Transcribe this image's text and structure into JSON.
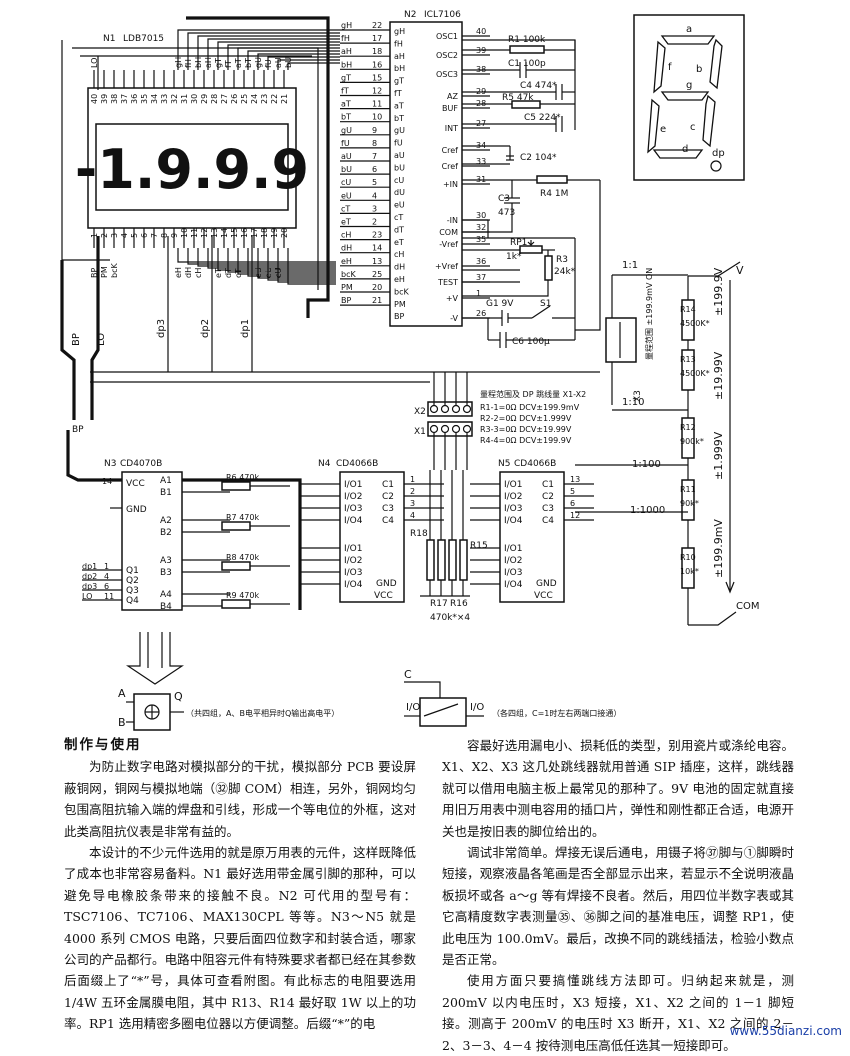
{
  "n1": {
    "ref": "N1",
    "part": "LDB7015",
    "display": "-1.9.9.9",
    "top_pins": [
      "40",
      "39",
      "38",
      "37",
      "36",
      "35",
      "34",
      "33",
      "32",
      "31",
      "30",
      "29",
      "28",
      "27",
      "26",
      "25",
      "24",
      "23",
      "22",
      "21"
    ],
    "bottom_pins": [
      "1",
      "2",
      "3",
      "4",
      "5",
      "6",
      "7",
      "8",
      "9",
      "10",
      "11",
      "12",
      "13",
      "14",
      "15",
      "16",
      "17",
      "18",
      "19",
      "20"
    ],
    "top_labels": [
      "LO",
      "gH",
      "fH",
      "bH",
      "aH",
      "gT",
      "fT",
      "aT",
      "bT",
      "gU",
      "fU",
      "aU",
      "bU"
    ],
    "bottom_labels": [
      "BP",
      "PM",
      "bcK",
      "eH",
      "dH",
      "cH",
      "eT",
      "dT",
      "cT",
      "eU",
      "dU",
      "cU"
    ]
  },
  "n2": {
    "ref": "N2",
    "part": "ICL7106",
    "left_pins": [
      {
        "l": "gH",
        "n": "22"
      },
      {
        "l": "fH",
        "n": "17"
      },
      {
        "l": "aH",
        "n": "18"
      },
      {
        "l": "bH",
        "n": "16"
      },
      {
        "l": "gT",
        "n": "15"
      },
      {
        "l": "fT",
        "n": "12"
      },
      {
        "l": "aT",
        "n": "11"
      },
      {
        "l": "bT",
        "n": "10"
      },
      {
        "l": "gU",
        "n": "9"
      },
      {
        "l": "fU",
        "n": "8"
      },
      {
        "l": "aU",
        "n": "7"
      },
      {
        "l": "bU",
        "n": "6"
      },
      {
        "l": "cU",
        "n": "5"
      },
      {
        "l": "eU",
        "n": "4"
      },
      {
        "l": "cT",
        "n": "3"
      },
      {
        "l": "eT",
        "n": "2"
      },
      {
        "l": "cH",
        "n": "23"
      },
      {
        "l": "dH",
        "n": "14"
      },
      {
        "l": "eH",
        "n": "13"
      },
      {
        "l": "bcK",
        "n": "25"
      },
      {
        "l": "PM",
        "n": "20"
      },
      {
        "l": "BP",
        "n": "21"
      }
    ],
    "inner_left": [
      "gH",
      "fH",
      "aH",
      "bH",
      "gT",
      "fT",
      "aT",
      "bT",
      "gU",
      "fU",
      "aU",
      "bU",
      "cU",
      "dU",
      "eU",
      "cT",
      "dT",
      "eT",
      "cH",
      "dH",
      "eH",
      "bcK",
      "PM",
      "BP"
    ],
    "right_pins": [
      {
        "l": "OSC1",
        "n": "40"
      },
      {
        "l": "OSC2",
        "n": "39"
      },
      {
        "l": "OSC3",
        "n": "38"
      },
      {
        "l": "AZ",
        "n": "29"
      },
      {
        "l": "BUF",
        "n": "28"
      },
      {
        "l": "INT",
        "n": "27"
      },
      {
        "l": "Cref",
        "n": "34"
      },
      {
        "l": "Cref",
        "n": "33"
      },
      {
        "l": "+IN",
        "n": "31"
      },
      {
        "l": "-IN",
        "n": "30"
      },
      {
        "l": "COM",
        "n": "32"
      },
      {
        "l": "-Vref",
        "n": "35"
      },
      {
        "l": "+Vref",
        "n": "36"
      },
      {
        "l": "TEST",
        "n": "37"
      },
      {
        "l": "+V",
        "n": "1"
      },
      {
        "l": "-V",
        "n": "26"
      }
    ]
  },
  "components": {
    "r1": "R1 100k",
    "c1": "C1 100p",
    "c4": "C4 474*",
    "r5": "R5 47k",
    "c5": "C5 224*",
    "c2": "C2 104*",
    "r4": "R4 1M",
    "c3": "C3",
    "c3v": "473",
    "rp1": "RP1",
    "rp1v": "1k*",
    "r3": "R3",
    "r3v": "24k*",
    "g1": "G1 9V",
    "s1": "S1",
    "c6": "C6 100μ"
  },
  "seg": {
    "labels": [
      "a",
      "b",
      "c",
      "d",
      "e",
      "f",
      "g",
      "dp"
    ]
  },
  "divider": {
    "ratios": [
      "1:1",
      "1:10",
      "1:100",
      "1:1000"
    ],
    "resistors": [
      "R14",
      "4500K*",
      "R13",
      "4500K*",
      "R12",
      "900k*",
      "R11",
      "90k*",
      "R10",
      "10k*"
    ],
    "v_label": "V",
    "com_label": "COM",
    "ranges": [
      "±199.9mV",
      "±1.999V",
      "±19.99V",
      "±199.9V"
    ],
    "x3_label": "X3",
    "x3_note": "量程范围 ±199.9mV ON"
  },
  "jumper": {
    "x1": "X1",
    "x2": "X2",
    "title": "量程范围及 DP 跳线量 X1-X2",
    "lines": [
      "R1-1=0Ω DCV±199.9mV",
      "R2-2=0Ω DCV±1.999V",
      "R3-3=0Ω DCV±19.99V",
      "R4-4=0Ω DCV±199.9V"
    ]
  },
  "n3": {
    "ref": "N3",
    "part": "CD4070B",
    "pins_l": [
      "VCC",
      "GND"
    ],
    "ios": [
      "A1",
      "B1",
      "A2",
      "B2",
      "A3",
      "B3",
      "A4",
      "B4"
    ],
    "qs": [
      "Q1",
      "Q2",
      "Q3",
      "Q4"
    ],
    "dp": [
      "dp1",
      "dp2",
      "dp3",
      "LO"
    ],
    "dpn": [
      "1",
      "4",
      "6",
      "11"
    ],
    "rs": [
      "R6 470k",
      "R7 470k",
      "R8 470k",
      "R9 470k"
    ]
  },
  "n4": {
    "ref": "N4",
    "part": "CD4066B",
    "io": [
      "I/O1",
      "I/O2",
      "I/O3",
      "I/O4",
      "I/O1",
      "I/O2",
      "I/O3",
      "I/O4"
    ],
    "c": [
      "C1",
      "C2",
      "C3",
      "C4"
    ],
    "pins": [
      "1",
      "2",
      "3",
      "4"
    ],
    "gnd": "GND",
    "vcc": "VCC"
  },
  "n5": {
    "ref": "N5",
    "part": "CD4066B",
    "io": [
      "I/O1",
      "I/O2",
      "I/O3",
      "I/O4",
      "I/O1",
      "I/O2",
      "I/O3",
      "I/O4"
    ],
    "c": [
      "C1",
      "C2",
      "C3",
      "C4"
    ],
    "pins": [
      "13",
      "5",
      "6",
      "12"
    ],
    "gnd": "GND",
    "vcc": "VCC"
  },
  "rnet": {
    "r15": "R15",
    "r16": "R16",
    "r17": "R17",
    "r18": "R18",
    "rv": "470k*×4"
  },
  "buses": {
    "bp": "BP",
    "lo": "LO",
    "dp1": "dp1",
    "dp2": "dp2",
    "dp3": "dp3"
  },
  "notes": {
    "xor": "（共四组，A、B电平相异时Q输出高电平）",
    "sw": "（各四组，C=1时左右两端口接通）",
    "a": "A",
    "b": "B",
    "q": "Q",
    "c": "C",
    "io": "I/O"
  },
  "article": {
    "title": "制作与使用",
    "left_paras": [
      "为防止数字电路对模拟部分的干扰，模拟部分 PCB 要设屏蔽铜网，铜网与模拟地端（㉜脚 COM）相连，另外，铜网均匀包围高阻抗输入端的焊盘和引线，形成一个等电位的外框，这对此类高阻抗仪表是非常有益的。",
      "本设计的不少元件选用的就是原万用表的元件，这样既降低了成本也非常容易备料。N1 最好选用带金属引脚的那种，可以避免导电橡胶条带来的接触不良。N2 可代用的型号有：TSC7106、TC7106、MAX130CPL 等等。N3～N5 就是 4000 系列 CMOS 电路，只要后面四位数字和封装合适，哪家公司的产品都行。电路中阻容元件有特殊要求者都已经在其参数后面缀上了“*”号，具体可查看附图。有此标志的电阻要选用 1/4W 五环金属膜电阻，其中 R13、R14 最好取 1W 以上的功率。RP1 选用精密多圈电位器以方便调整。后缀“*”的电"
    ],
    "right_paras": [
      "容最好选用漏电小、损耗低的类型，别用瓷片或涤纶电容。X1、X2、X3 这几处跳线器就用普通 SIP 插座，这样，跳线器就可以借用电脑主板上最常见的那种了。9V 电池的固定就直接用旧万用表中测电容用的插口片，弹性和刚性都正合适，电源开关也是按旧表的脚位给出的。",
      "调试非常简单。焊接无误后通电，用镊子将㊲脚与①脚瞬时短接，观察液晶各笔画是否全部显示出来，若显示不全说明液晶板损坏或各 a～g 等有焊接不良者。然后，用四位半数字表或其它高精度数字表测量㉟、㊱脚之间的基准电压，调整 RP1，使此电压为 100.0mV。最后，改换不同的跳线插法，检验小数点是否正常。",
      "使用方面只要搞懂跳线方法即可。归纳起来就是，测 200mV 以内电压时，X3 短接，X1、X2 之间的 1－1 脚短接。测高于 200mV 的电压时 X3 断开，X1、X2 之间的 2－2、3－3、4－4 按待测电压高低任选其一短接即可。"
    ],
    "watermark": "www.55dianzi.com"
  }
}
